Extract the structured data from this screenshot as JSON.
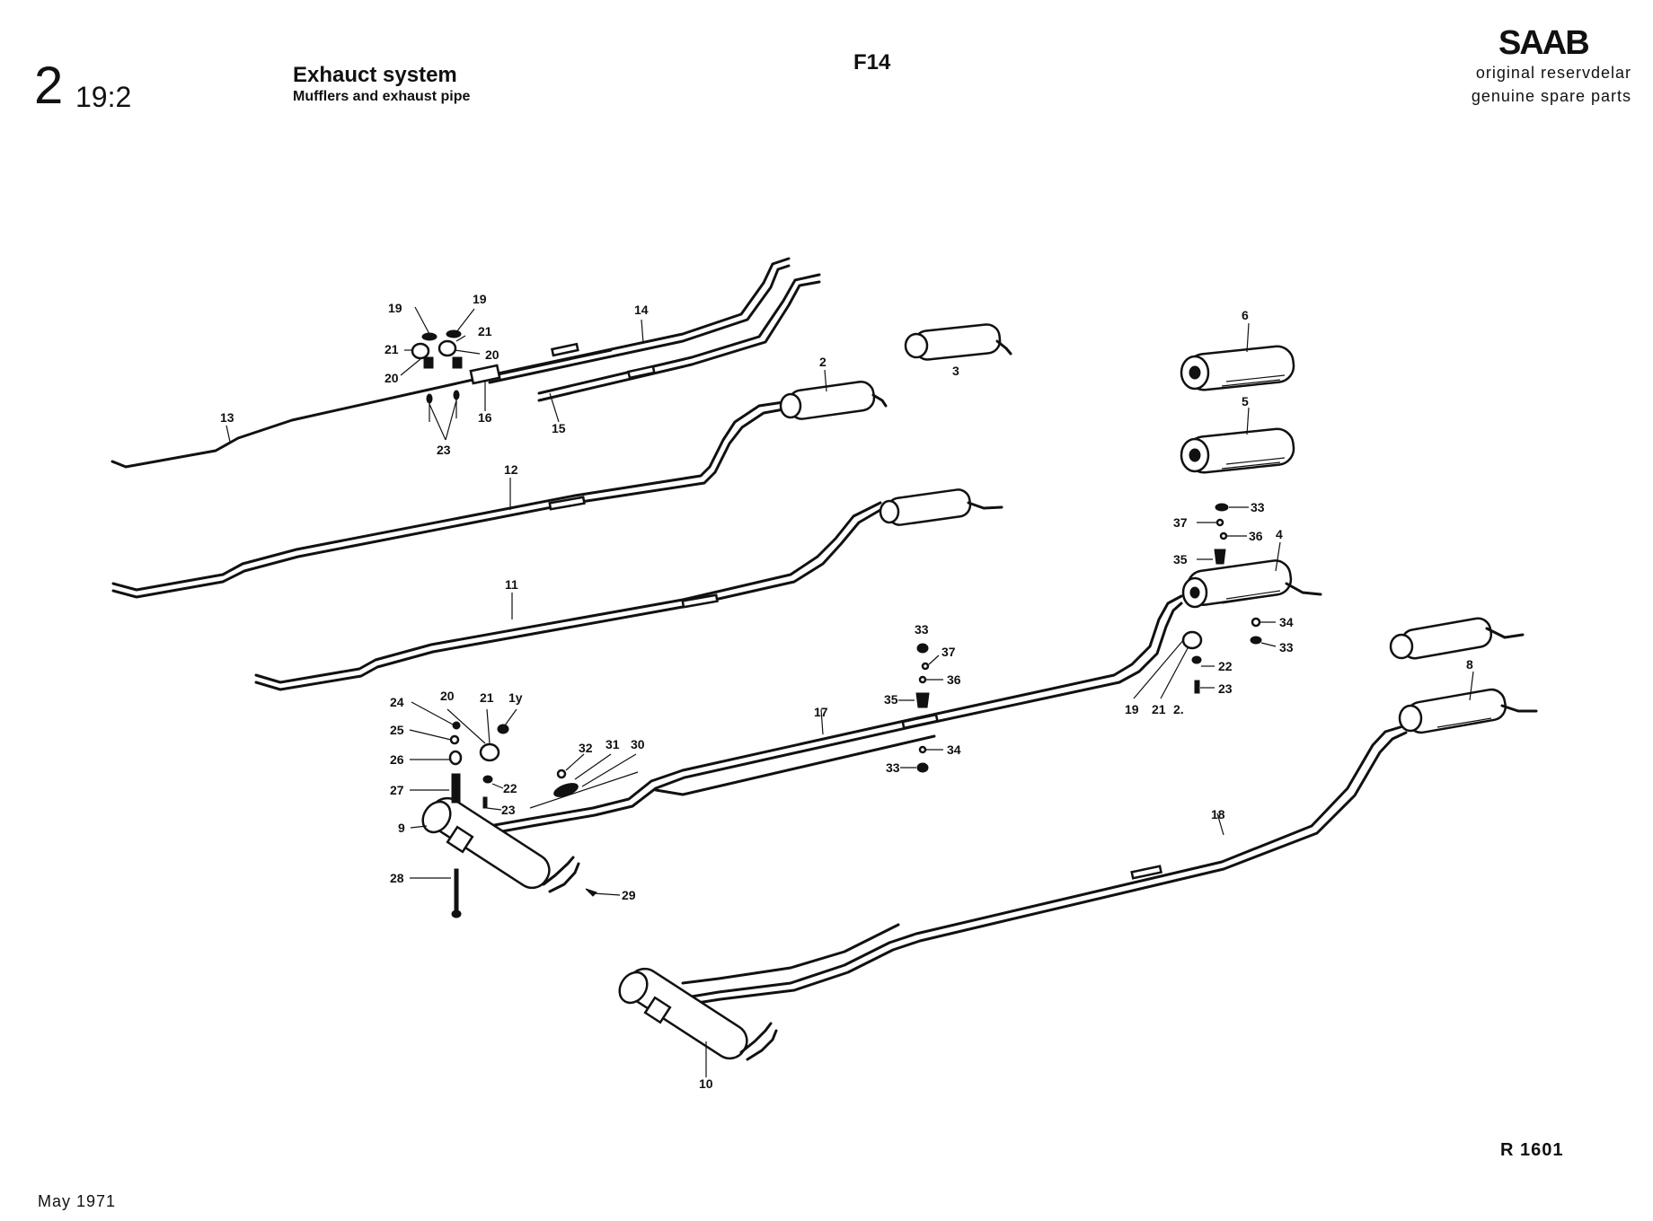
{
  "header": {
    "section_number": "2",
    "section_sub": "19:2",
    "title": "Exhauct system",
    "subtitle": "Mufflers and exhaust pipe",
    "model": "F14",
    "brand": "SAAB",
    "tagline_1": "original reservdelar",
    "tagline_2": "genuine spare parts"
  },
  "footer": {
    "reference": "R  1601",
    "date": "May 1971"
  },
  "callouts": {
    "c2": "2",
    "c3": "3",
    "c4": "4",
    "c5": "5",
    "c6": "6",
    "c8": "8",
    "c9": "9",
    "c10": "10",
    "c11": "11",
    "c12": "12",
    "c13": "13",
    "c14": "14",
    "c15": "15",
    "c16": "16",
    "c17": "17",
    "c18": "18",
    "c19": "19",
    "c20": "20",
    "c21": "21",
    "c22": "22",
    "c23": "23",
    "c24": "24",
    "c25": "25",
    "c26": "26",
    "c27": "27",
    "c28": "28",
    "c29": "29",
    "c30": "30",
    "c31": "31",
    "c32": "32",
    "c33": "33",
    "c34": "34",
    "c35": "35",
    "c36": "36",
    "c37": "37",
    "c1y": "1y",
    "c2x": "2."
  }
}
